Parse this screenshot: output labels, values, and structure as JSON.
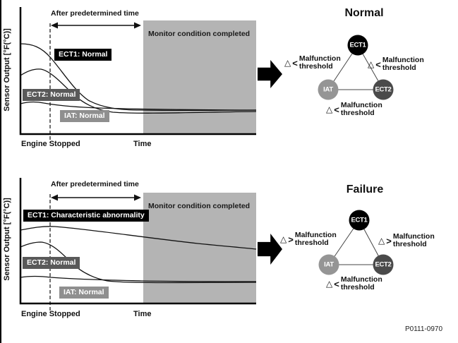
{
  "figure_code": "P0111-0970",
  "shared": {
    "y_axis_label": "Sensor Output [°F(°C)]",
    "x_axis_label": "Time",
    "origin_label": "Engine Stopped",
    "predetermined_label": "After predetermined time",
    "monitor_label": "Monitor condition completed",
    "threshold_label": "Malfunction\nthreshold",
    "triangle_symbol": "△"
  },
  "panels": {
    "normal": {
      "title": "Normal",
      "curves": {
        "ect1": "ECT1: Normal",
        "ect2": "ECT2: Normal",
        "iat": "IAT: Normal"
      },
      "nodes": {
        "ect1": "ECT1",
        "iat": "IAT",
        "ect2": "ECT2"
      },
      "comparators": {
        "left": "<",
        "right": "<",
        "bottom": "<"
      }
    },
    "failure": {
      "title": "Failure",
      "curves": {
        "ect1": "ECT1: Characteristic abnormality",
        "ect2": "ECT2: Normal",
        "iat": "IAT: Normal"
      },
      "nodes": {
        "ect1": "ECT1",
        "iat": "IAT",
        "ect2": "ECT2"
      },
      "comparators": {
        "left": ">",
        "right": ">",
        "bottom": "<"
      }
    }
  },
  "colors": {
    "region_gray": "#b4b4b4",
    "label_ect1_bg": "#000000",
    "label_ect2_bg": "#595959",
    "label_iat_bg": "#8f8f8f",
    "node_ect1": "#000000",
    "node_ect2": "#4a4a4a",
    "node_iat": "#959595"
  }
}
